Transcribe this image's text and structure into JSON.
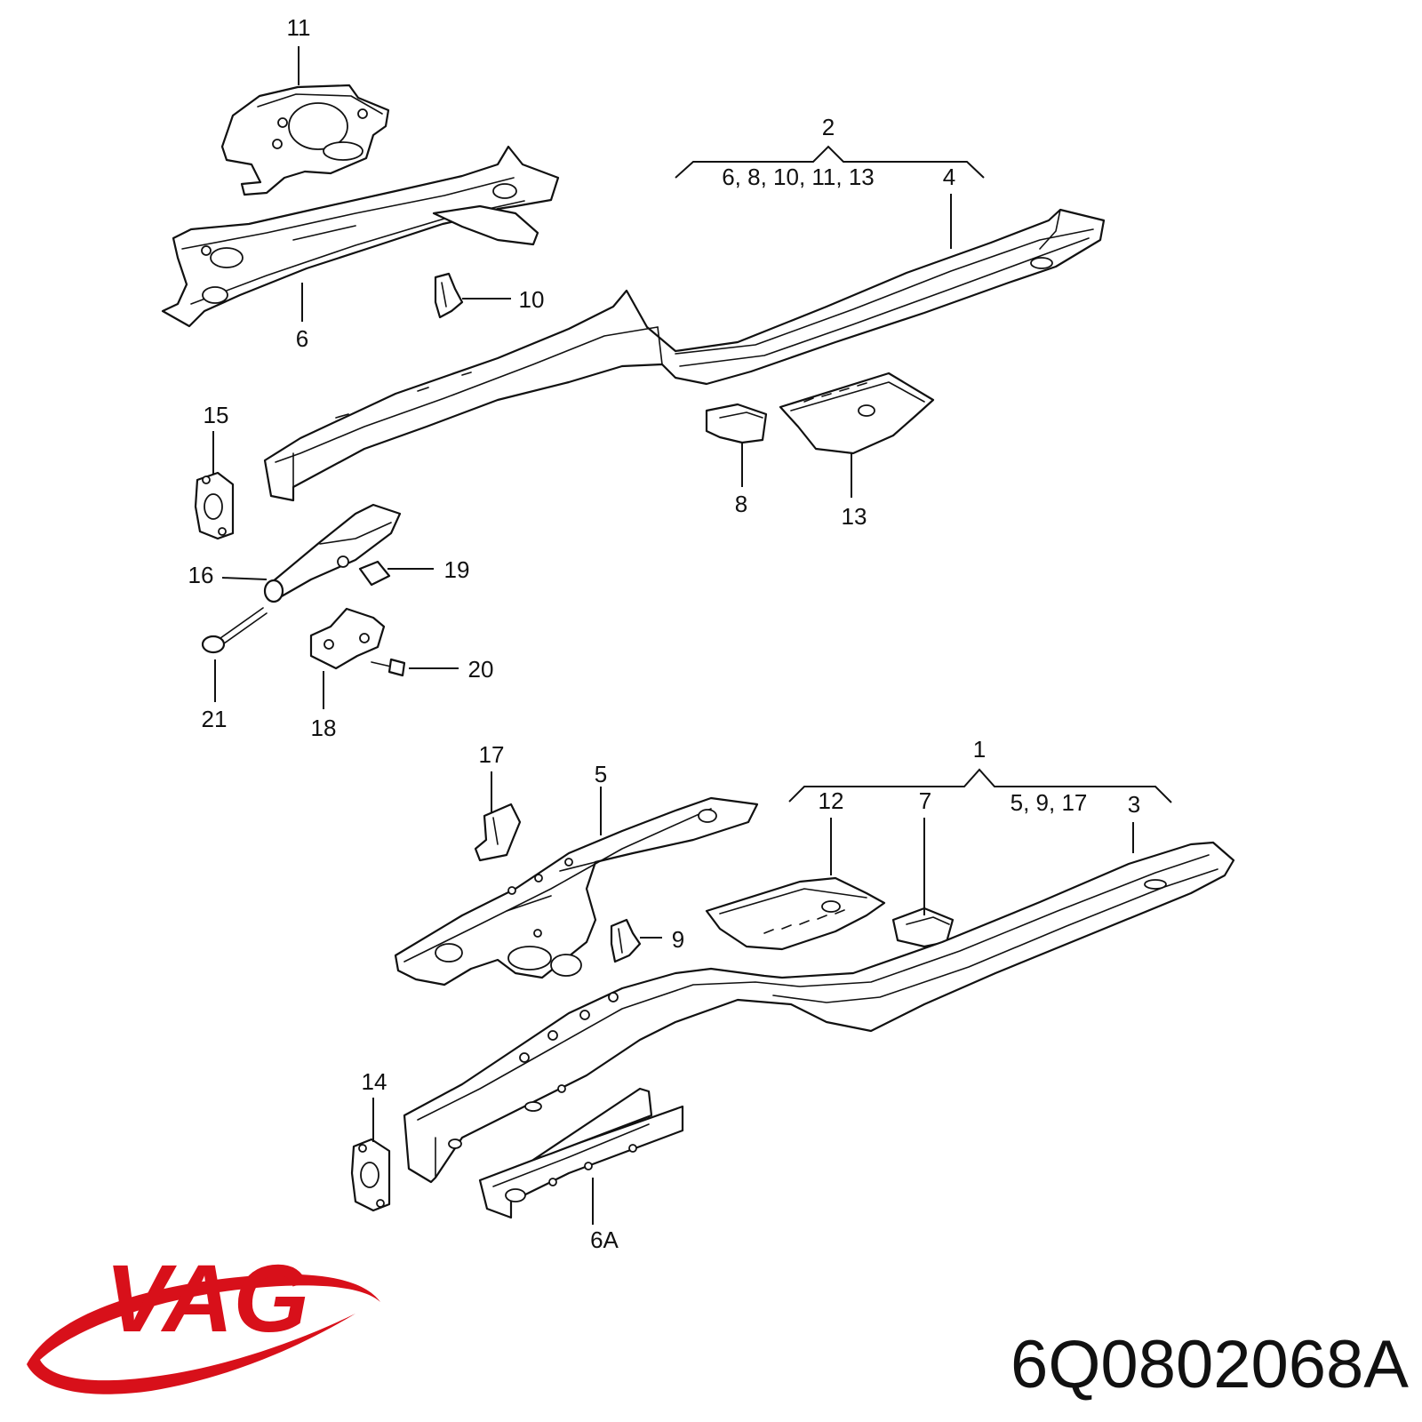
{
  "brand": {
    "logo_text": "VAG",
    "logo_color": "#d8101a"
  },
  "part_number": "6Q0802068A",
  "callouts": {
    "c1": "1",
    "c2": "2",
    "c3": "3",
    "c4": "4",
    "c5": "5",
    "c6": "6",
    "c6a": "6A",
    "c7": "7",
    "c8": "8",
    "c9": "9",
    "c10": "10",
    "c11": "11",
    "c12": "12",
    "c13": "13",
    "c14": "14",
    "c15": "15",
    "c16": "16",
    "c17": "17",
    "c18": "18",
    "c19": "19",
    "c20": "20",
    "c21": "21"
  },
  "groups": {
    "upper_set": "6, 8, 10, 11, 13",
    "lower_set": "5, 9, 17"
  }
}
